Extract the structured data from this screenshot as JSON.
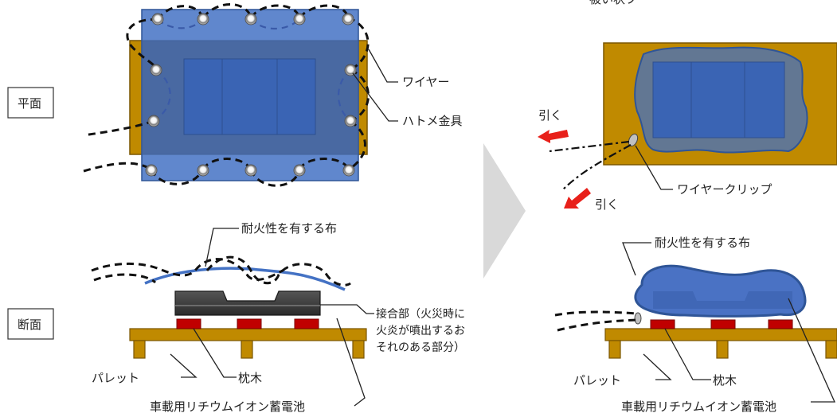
{
  "left": {
    "label_plan": "平面",
    "label_section": "断面",
    "wire": "ワイヤー",
    "grommet": "ハトメ金具",
    "fabric": "耐火性を有する布",
    "joint": [
      "接合部（火災時に",
      "火炎が噴出するお",
      "それのある部分）"
    ],
    "pallet": "パレット",
    "sleeper": "枕木",
    "battery": "車載用リチウムイオン蓄電池"
  },
  "right": {
    "top_text": "被い状フ",
    "pull_1": "引く",
    "pull_2": "引く",
    "clip": "ワイヤークリップ",
    "fabric": "耐火性を有する布",
    "pallet": "パレット",
    "sleeper": "枕木",
    "battery": "車載用リチウムイオン蓄電池"
  },
  "colors": {
    "pallet": "#c08a00",
    "pallet_edge": "#7a5600",
    "cloth": "#4472c4",
    "battery": "#3d66b4",
    "sleeper": "#c00000",
    "arrow": "#e8201a",
    "chevron": "#d9d9d9"
  }
}
